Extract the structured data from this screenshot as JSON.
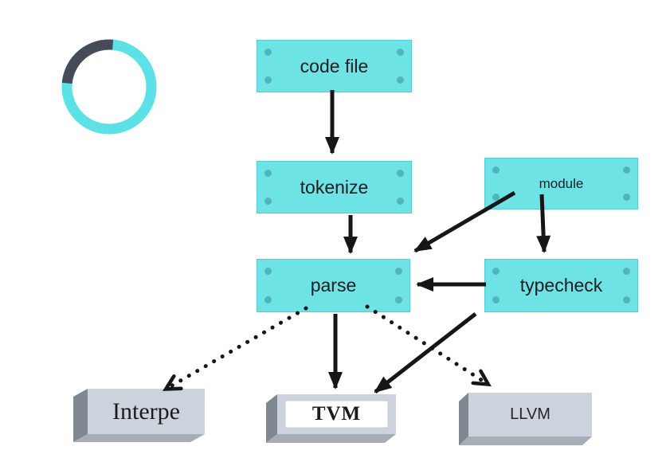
{
  "nodes": {
    "code_file": {
      "label": "code file"
    },
    "tokenize": {
      "label": "tokenize"
    },
    "module": {
      "label": "module"
    },
    "parse": {
      "label": "parse"
    },
    "typecheck": {
      "label": "typecheck"
    }
  },
  "backends": {
    "interpreter": {
      "label": "Interpe"
    },
    "tvm": {
      "label": "TVM"
    },
    "llvm": {
      "label": "LLVM"
    }
  },
  "edges": [
    {
      "from": "code file",
      "to": "tokenize",
      "style": "solid"
    },
    {
      "from": "tokenize",
      "to": "parse",
      "style": "solid"
    },
    {
      "from": "module",
      "to": "parse",
      "style": "solid"
    },
    {
      "from": "module",
      "to": "typecheck",
      "style": "solid"
    },
    {
      "from": "typecheck",
      "to": "parse",
      "style": "solid"
    },
    {
      "from": "parse",
      "to": "TVM",
      "style": "solid"
    },
    {
      "from": "typecheck",
      "to": "TVM",
      "style": "solid"
    },
    {
      "from": "parse",
      "to": "Interpe",
      "style": "dotted"
    },
    {
      "from": "parse",
      "to": "LLVM",
      "style": "dotted"
    }
  ],
  "colors": {
    "node_fill": "#6ee3e6",
    "node_corner_dot": "#4fb4be",
    "arrow": "#161616",
    "ring_accent": "#5ce1e6",
    "ring_dark": "#454c57",
    "backend_face": "#cdd3dc",
    "backend_side": "#7f8791",
    "backend_bottom": "#a6adb7",
    "tvm_inner": "#ffffff"
  }
}
